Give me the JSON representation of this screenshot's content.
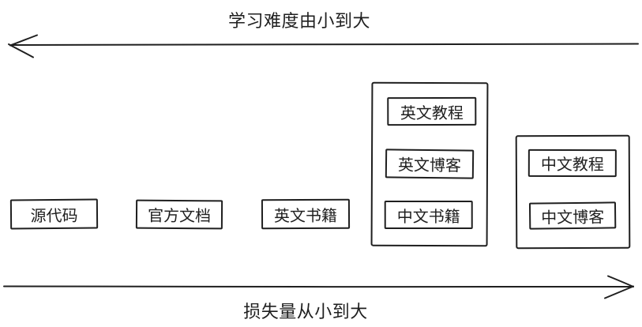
{
  "diagram": {
    "top_axis": {
      "label": "学习难度由小到大",
      "direction": "left"
    },
    "bottom_axis": {
      "label": "损失量从小到大",
      "direction": "right"
    },
    "boxes": [
      {
        "label": "源代码"
      },
      {
        "label": "官方文档"
      },
      {
        "label": "英文书籍"
      }
    ],
    "groups": [
      {
        "items": [
          {
            "label": "英文教程"
          },
          {
            "label": "英文博客"
          },
          {
            "label": "中文书籍"
          }
        ]
      },
      {
        "items": [
          {
            "label": "中文教程"
          },
          {
            "label": "中文博客"
          }
        ]
      }
    ],
    "colors": {
      "stroke": "#1f1f1f",
      "background": "#ffffff"
    }
  }
}
